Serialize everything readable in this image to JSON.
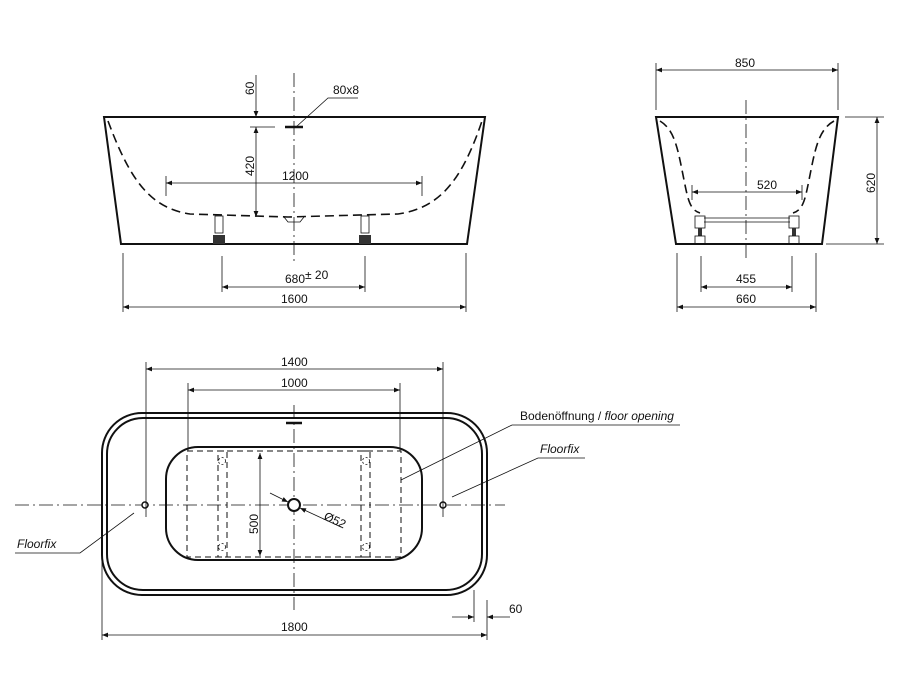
{
  "front_view": {
    "overflow_label": "80x8",
    "dim_overflow_from_top": "60",
    "dim_overflow_to_bottom": "420",
    "dim_inner_length": "1200",
    "dim_feet_spacing": "680",
    "dim_feet_tolerance": "± 20",
    "dim_base_length": "1600"
  },
  "side_view": {
    "dim_top_width": "850",
    "dim_height": "620",
    "dim_inner_width": "520",
    "dim_feet_spacing": "455",
    "dim_base_width": "660"
  },
  "plan_view": {
    "dim_floorfix_spacing": "1400",
    "dim_floor_opening_length": "1000",
    "dim_floor_opening_width": "500",
    "drain_diameter": "Ø52",
    "floor_opening_label": "Bodenöffnung / ",
    "floor_opening_label_en": "floor opening",
    "floorfix_label_right": "Floorfix",
    "floorfix_label_left": "Floorfix",
    "dim_rim_offset": "60",
    "dim_total_length": "1800"
  }
}
